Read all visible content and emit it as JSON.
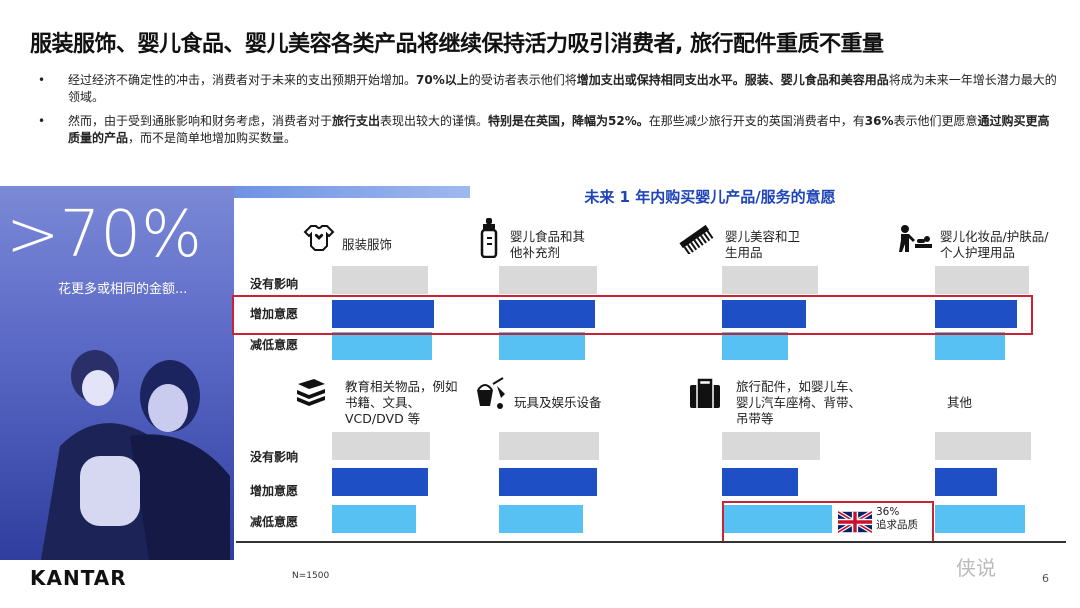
{
  "page": {
    "title": "服装服饰、婴儿食品、婴儿美容各类产品将继续保持活力吸引消费者, 旅行配件重质不重量",
    "bullet1_a": "经过经济不确定性的冲击，消费者对于未来的支出预期开始增加。",
    "bullet1_b": "70%以上",
    "bullet1_c": "的受访者表示他们将",
    "bullet1_d": "增加支出或保持相同支出水平。服装、婴儿食品和美容用品",
    "bullet1_e": "将成为未来一年增长潜力最大的领域。",
    "bullet2_a": "然而，由于受到通胀影响和财务考虑，消费者对于",
    "bullet2_b": "旅行支出",
    "bullet2_c": "表现出较大的谨慎。",
    "bullet2_d": "特别是在英国，降幅为52%。",
    "bullet2_e": "在那些减少旅行开支的英国消费者中，有",
    "bullet2_f": "36%",
    "bullet2_g": "表示他们更愿意",
    "bullet2_h": "通过购买更高质量的产品",
    "bullet2_i": "，而不是简单地增加购买数量。",
    "big_stat": ">70%",
    "big_stat_sub": "花更多或相同的金额...",
    "uk_note_1": "36%",
    "uk_note_2": "追求品质",
    "logo": "KANTAR",
    "sample": "N=1500",
    "page_number": "6",
    "watermark": "侠说"
  },
  "colors": {
    "no_effect": "#d9d9d9",
    "increase": "#1f4fc4",
    "decrease": "#56c1f2",
    "highlight": "#c82434"
  },
  "chart_data": {
    "type": "bar",
    "title": "未来 1 年内购买婴儿产品/服务的意愿",
    "row_labels": [
      "没有影响",
      "增加意愿",
      "减低意愿"
    ],
    "panels": [
      {
        "category": "服装服饰",
        "icon": "onesie-icon",
        "values": [
          0.48,
          0.51,
          0.5
        ]
      },
      {
        "category": "婴儿食品和其他补充剂",
        "icon": "baby-bottle-icon",
        "values": [
          0.49,
          0.48,
          0.43
        ]
      },
      {
        "category": "婴儿美容和卫生用品",
        "icon": "comb-icon",
        "values": [
          0.48,
          0.42,
          0.33
        ]
      },
      {
        "category": "婴儿化妆品/护肤品/个人护理用品",
        "icon": "diaper-change-icon",
        "values": [
          0.47,
          0.41,
          0.35
        ]
      },
      {
        "category": "教育相关物品，例如书籍、文具、VCD/DVD 等",
        "icon": "books-icon",
        "values": [
          0.49,
          0.48,
          0.42
        ]
      },
      {
        "category": "玩具及娱乐设备",
        "icon": "toy-bucket-icon",
        "values": [
          0.5,
          0.49,
          0.42
        ]
      },
      {
        "category": "旅行配件，如婴儿车、婴儿汽车座椅、背带、吊带等",
        "icon": "luggage-icon",
        "values": [
          0.49,
          0.38,
          0.55
        ]
      },
      {
        "category": "其他",
        "icon": "",
        "values": [
          0.48,
          0.31,
          0.45
        ]
      }
    ]
  }
}
